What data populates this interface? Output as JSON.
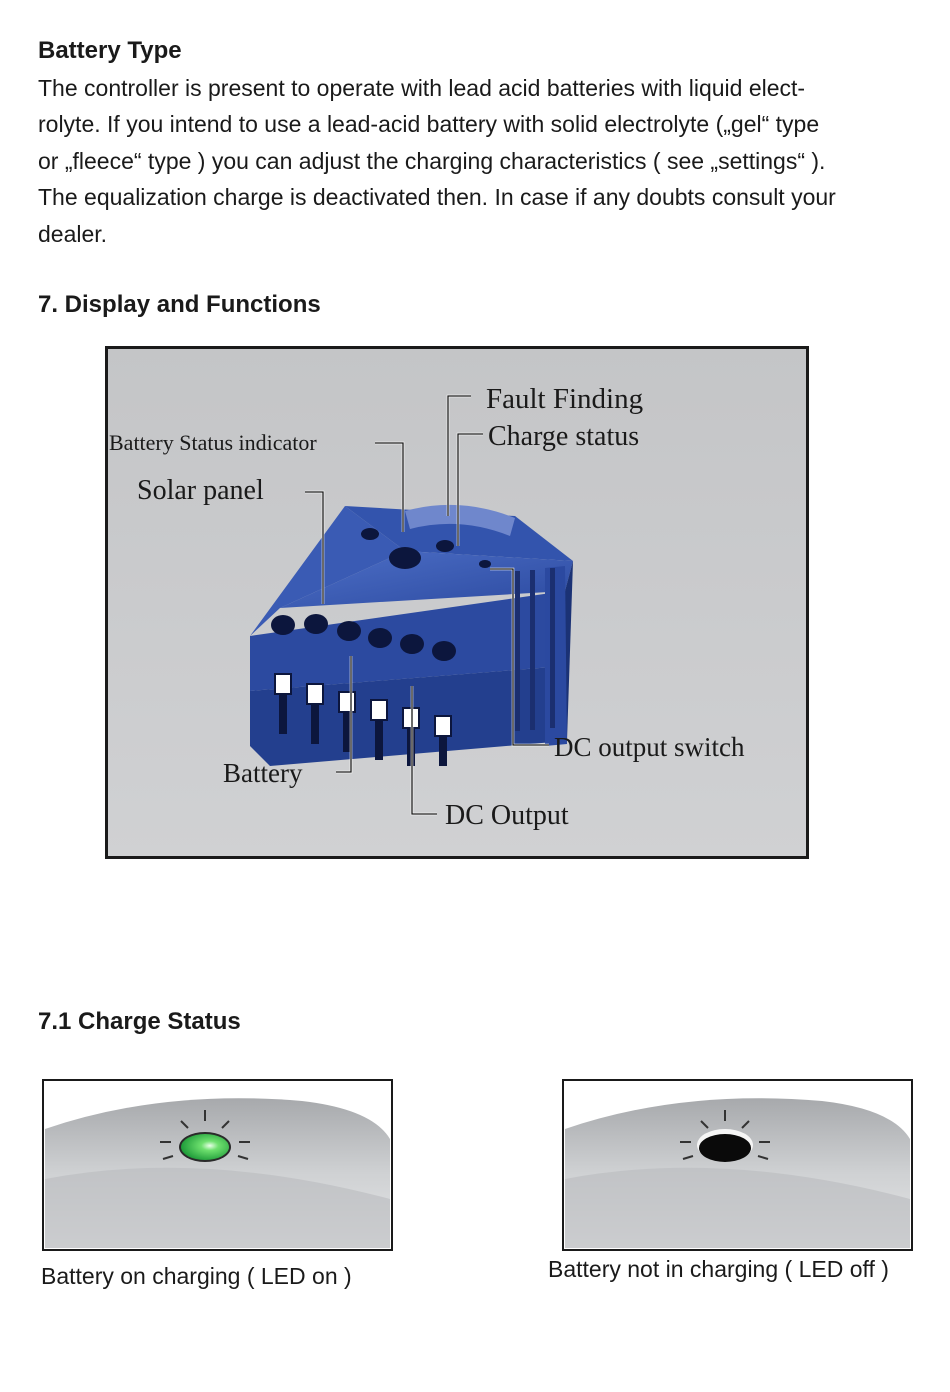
{
  "battery_type": {
    "heading": "Battery Type",
    "lines": [
      "The controller is present to operate with lead acid batteries with liquid elect-",
      "rolyte. If you intend to use a lead-acid battery with solid electrolyte („gel“ type",
      "or „fleece“ type ) you can adjust the charging characteristics ( see „settings“ ).",
      "The equalization charge is deactivated then. In case if any doubts consult your",
      "dealer."
    ]
  },
  "display_functions": {
    "heading": "7. Display and Functions",
    "labels": {
      "fault_finding": "Fault  Finding",
      "charge_status": "Charge status",
      "battery_status_indicator": "Battery Status  indicator",
      "solar_panel": "Solar panel",
      "dc_output_switch": "DC output switch",
      "battery": "Battery",
      "dc_output": "DC Output"
    },
    "device_colors": {
      "body": "#2f4fa8",
      "body_dark": "#1f3680",
      "figure_bg": "#c8c9cb"
    }
  },
  "charge_status": {
    "heading": "7.1 Charge Status",
    "panels": [
      {
        "caption": "Battery on charging ( LED on )",
        "led_color": "#27c24a"
      },
      {
        "caption": "Battery not in charging ( LED off )",
        "led_color": "#0a0a0a"
      }
    ]
  }
}
